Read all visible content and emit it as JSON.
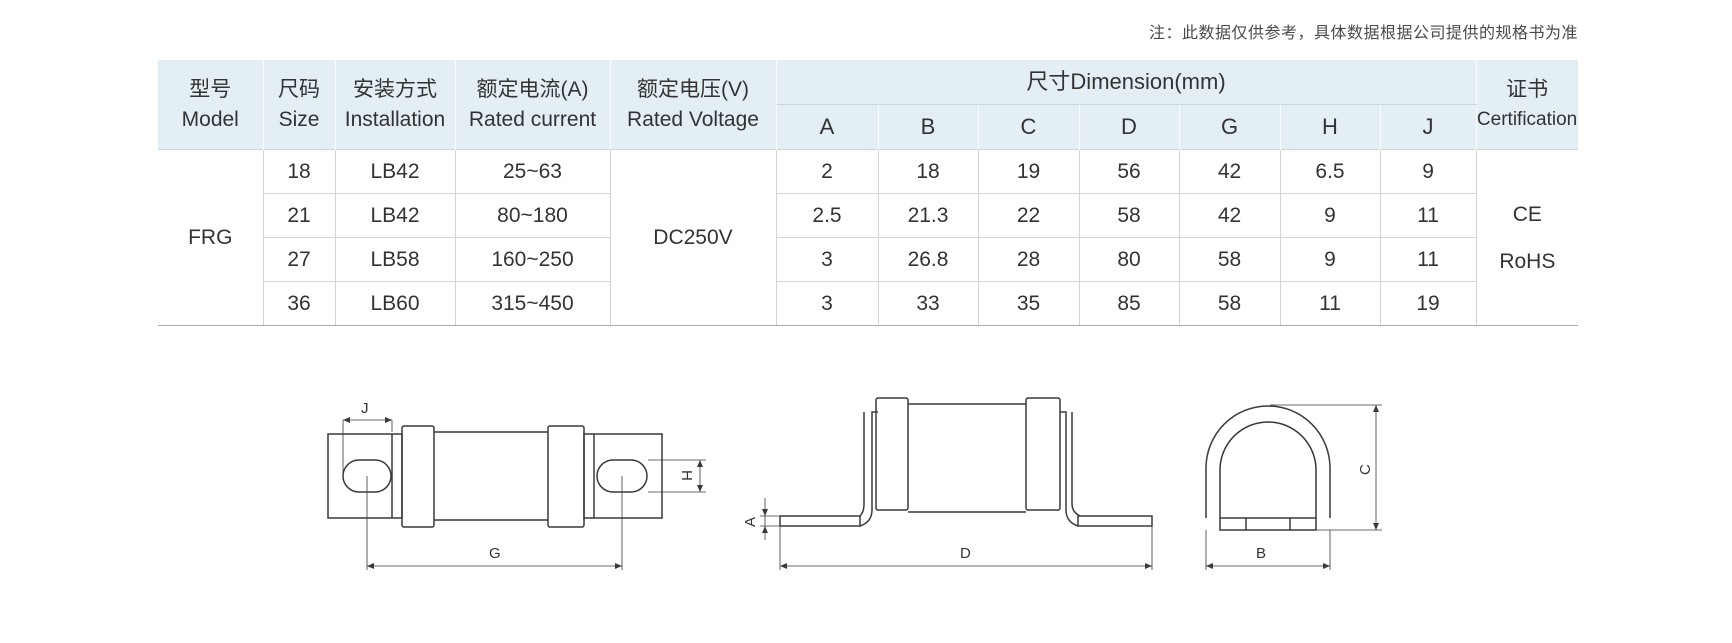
{
  "note": "注：此数据仅供参考，具体数据根据公司提供的规格书为准",
  "table": {
    "headers": {
      "model_zh": "型号",
      "model_en": "Model",
      "size_zh": "尺码",
      "size_en": "Size",
      "install_zh": "安装方式",
      "install_en": "Installation",
      "current_zh": "额定电流(A)",
      "current_en": "Rated current",
      "voltage_zh": "额定电压(V)",
      "voltage_en": "Rated Voltage",
      "dimension": "尺寸Dimension(mm)",
      "cert_zh": "证书",
      "cert_en": "Certification",
      "dims": [
        "A",
        "B",
        "C",
        "D",
        "G",
        "H",
        "J"
      ]
    },
    "model": "FRG",
    "voltage": "DC250V",
    "cert": [
      "CE",
      "RoHS"
    ],
    "rows": [
      {
        "size": "18",
        "install": "LB42",
        "current": "25~63",
        "dims": [
          "2",
          "18",
          "19",
          "56",
          "42",
          "6.5",
          "9"
        ]
      },
      {
        "size": "21",
        "install": "LB42",
        "current": "80~180",
        "dims": [
          "2.5",
          "21.3",
          "22",
          "58",
          "42",
          "9",
          "11"
        ]
      },
      {
        "size": "27",
        "install": "LB58",
        "current": "160~250",
        "dims": [
          "3",
          "26.8",
          "28",
          "80",
          "58",
          "9",
          "11"
        ]
      },
      {
        "size": "36",
        "install": "LB60",
        "current": "315~450",
        "dims": [
          "3",
          "33",
          "35",
          "85",
          "58",
          "11",
          "19"
        ]
      }
    ]
  },
  "drawings": {
    "labels": {
      "J": "J",
      "H": "H",
      "G": "G",
      "A": "A",
      "D": "D",
      "C": "C",
      "B": "B"
    }
  }
}
